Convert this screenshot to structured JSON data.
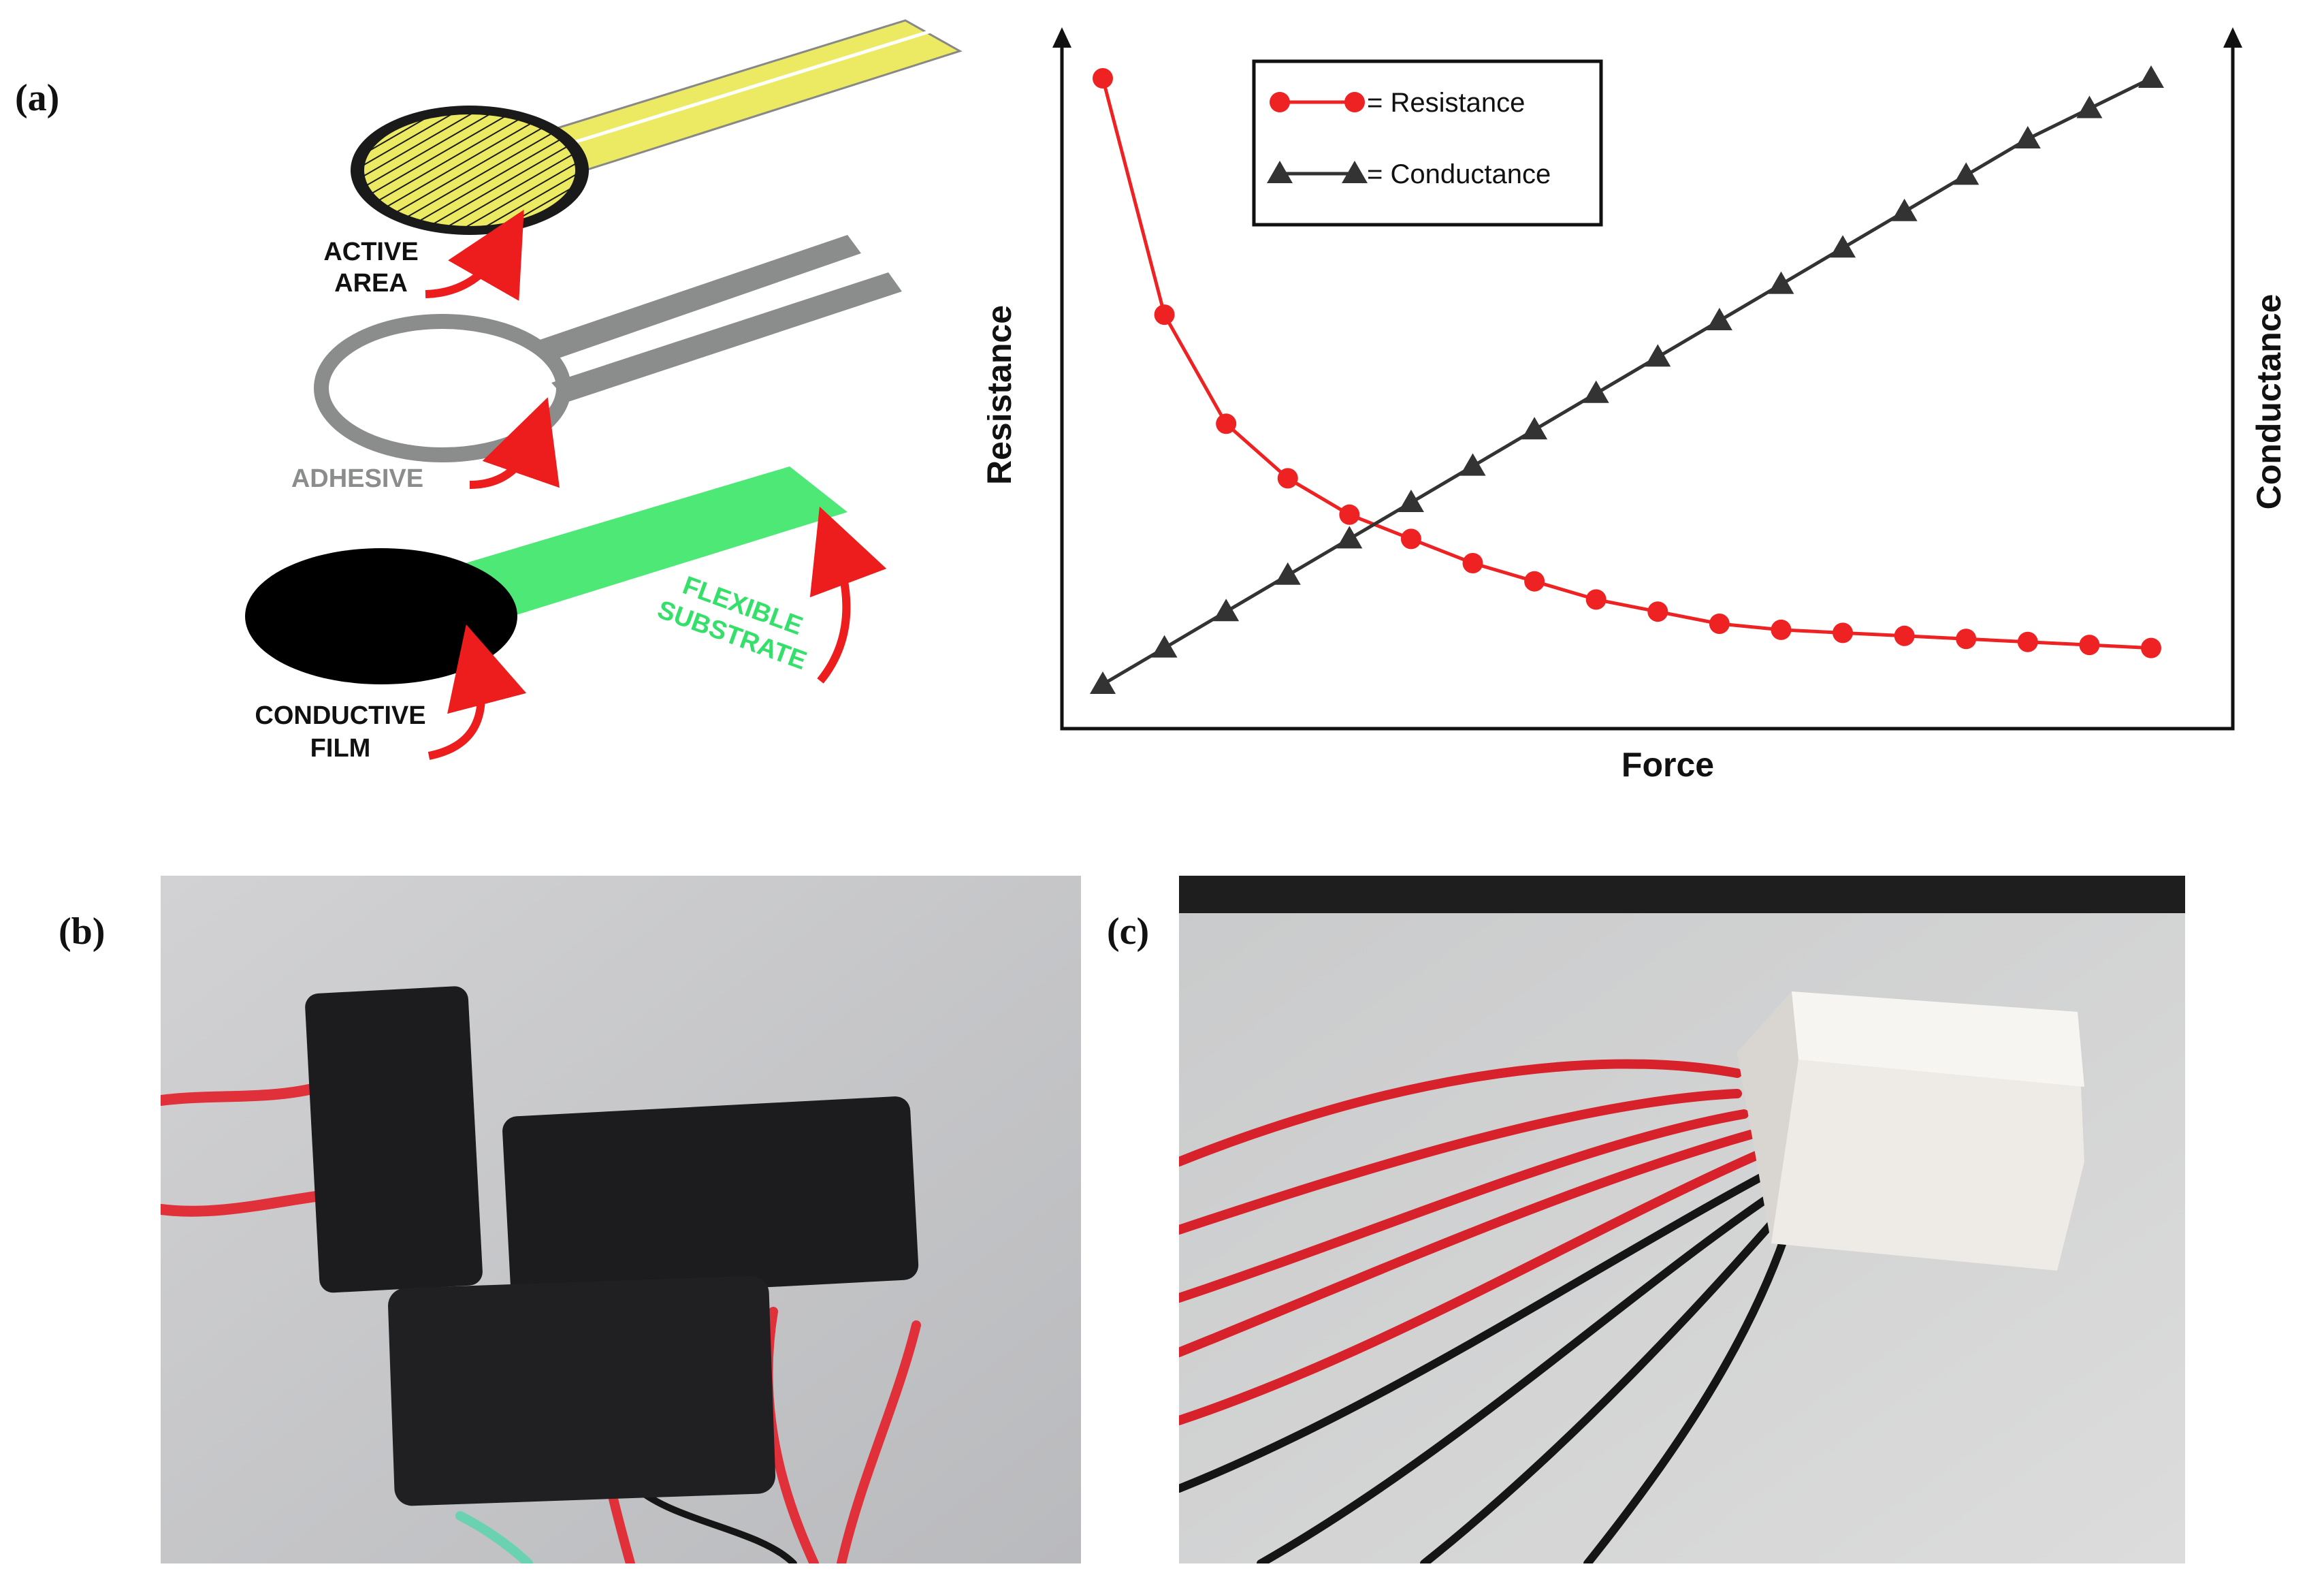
{
  "figure": {
    "panel_labels": {
      "a": "(a)",
      "b": "(b)",
      "c": "(c)"
    }
  },
  "sensor_diagram": {
    "layers": {
      "active_area": "ACTIVE\nAREA",
      "adhesive": "ADHESIVE",
      "flexible_substrate": "FLEXIBLE\nSUBSTRATE",
      "conductive_film": "CONDUCTIVE\nFILM"
    },
    "colors": {
      "active": "#ecea62",
      "adhesive": "#8b8c8c",
      "substrate": "#4ee877",
      "film": "#000000",
      "arrows": "#ee1d1d",
      "substrate_label": "#35e06a"
    }
  },
  "chart_data": {
    "type": "line",
    "title": "",
    "xlabel": "Force",
    "ylabel": "Resistance",
    "y2label": "Conductance",
    "x": [
      1,
      2,
      3,
      4,
      5,
      6,
      7,
      8,
      9,
      10,
      11,
      12,
      13,
      14,
      15,
      16,
      17,
      18
    ],
    "series": [
      {
        "name": "= Resistance",
        "axis": "left",
        "marker": "circle",
        "color": "#ee2222",
        "values": [
          1.0,
          0.61,
          0.43,
          0.34,
          0.28,
          0.24,
          0.2,
          0.17,
          0.14,
          0.12,
          0.1,
          0.09,
          0.085,
          0.08,
          0.075,
          0.07,
          0.065,
          0.06
        ]
      },
      {
        "name": "= Conductance",
        "axis": "right",
        "marker": "triangle",
        "color": "#333333",
        "values": [
          0.0,
          0.06,
          0.12,
          0.18,
          0.24,
          0.3,
          0.36,
          0.42,
          0.48,
          0.54,
          0.6,
          0.66,
          0.72,
          0.78,
          0.84,
          0.9,
          0.95,
          1.0
        ]
      }
    ],
    "legend": "top-center",
    "grid": false,
    "ticks": false
  }
}
